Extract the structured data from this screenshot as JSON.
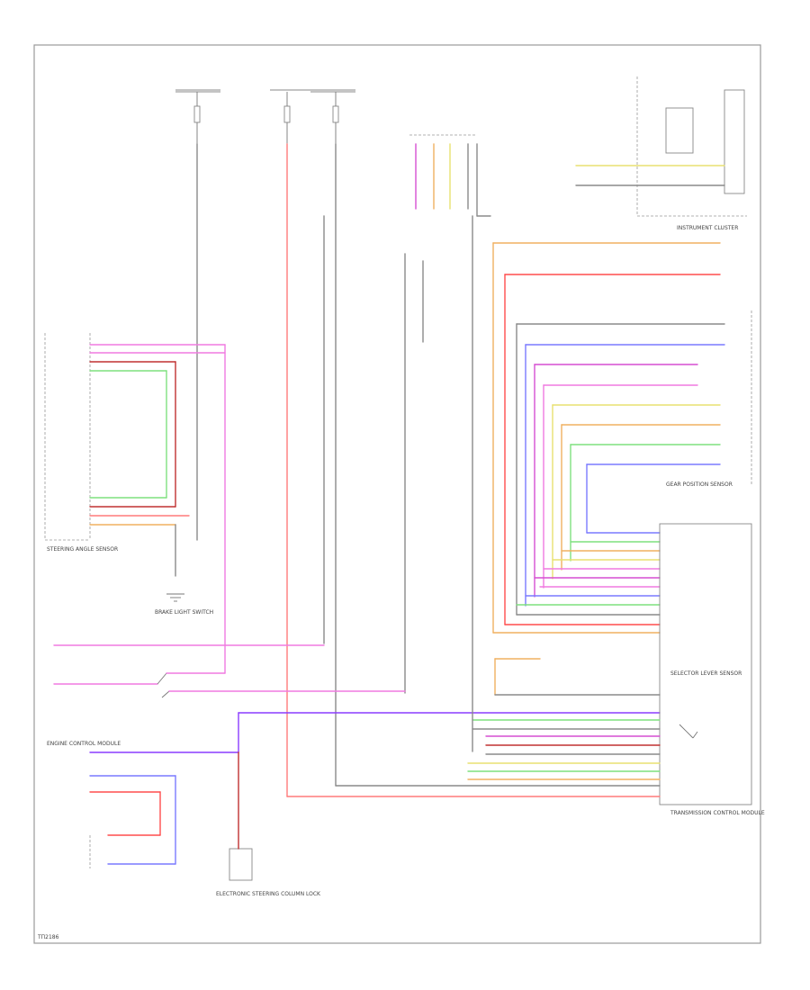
{
  "diagram": {
    "footer_code": "ТП2186",
    "colors": {
      "pink": "#f07ae0",
      "magenta": "#d64fd2",
      "green": "#7fe07f",
      "red": "#ff4d4d",
      "orange": "#f0b060",
      "gray": "#8a8a8a",
      "blue": "#7a7aff",
      "purple": "#8a3cff",
      "yellow": "#e8e070",
      "dkred": "#c03030"
    },
    "components": [
      {
        "id": "steering-angle-sensor",
        "text": "STEERING ANGLE SENSOR"
      },
      {
        "id": "brake-light-switch",
        "text": "BRAKE LIGHT SWITCH"
      },
      {
        "id": "engine-control-module",
        "text": "ENGINE CONTROL MODULE"
      },
      {
        "id": "electronic-steering-column-lock",
        "text": "ELECTRONIC STEERING COLUMN LOCK"
      },
      {
        "id": "instrument-cluster",
        "text": "INSTRUMENT CLUSTER"
      },
      {
        "id": "selector-lever-sensor",
        "text": "SELECTOR LEVER SENSOR"
      },
      {
        "id": "transmission-control-module",
        "text": "TRANSMISSION CONTROL MODULE"
      },
      {
        "id": "gear-position-sensor",
        "text": "GEAR POSITION SENSOR"
      }
    ]
  }
}
